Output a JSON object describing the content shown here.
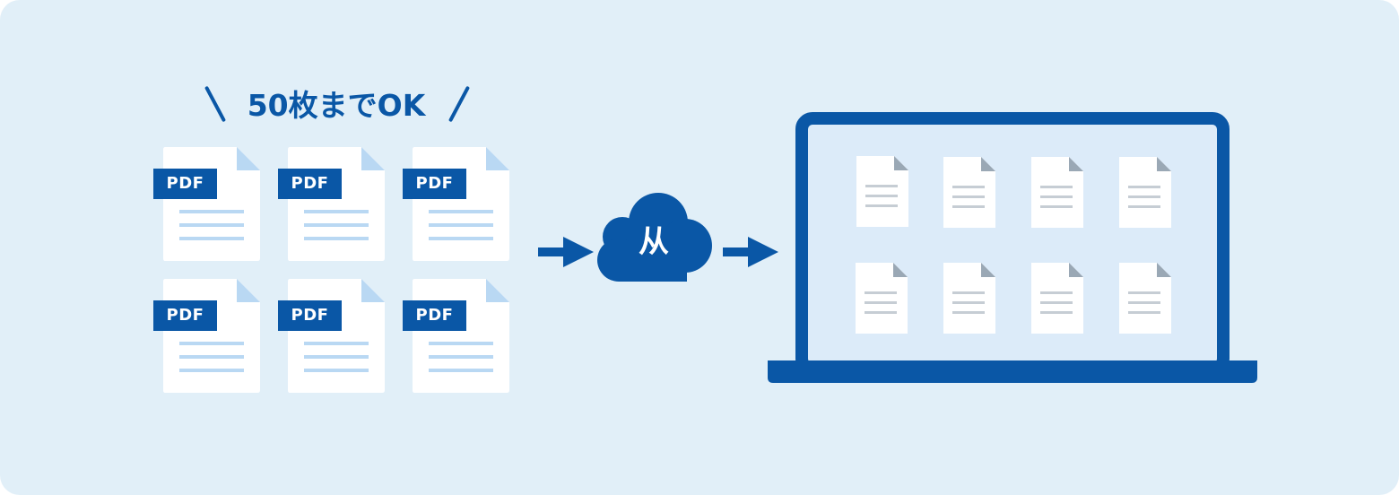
{
  "caption": {
    "text": "50枚までOK"
  },
  "pdf_files": [
    {
      "badge": "PDF"
    },
    {
      "badge": "PDF"
    },
    {
      "badge": "PDF"
    },
    {
      "badge": "PDF"
    },
    {
      "badge": "PDF"
    },
    {
      "badge": "PDF"
    }
  ],
  "cloud": {
    "logo_text": "从"
  },
  "colors": {
    "background": "#e1eff8",
    "primary": "#0a57a6",
    "file": "#ffffff",
    "file_fold": "#b9d8f3",
    "file_lines": "#b9d8f3",
    "screen": "#dcebf9",
    "doc_lines": "#c6cdd4",
    "doc_fold": "#9aa8b5"
  }
}
